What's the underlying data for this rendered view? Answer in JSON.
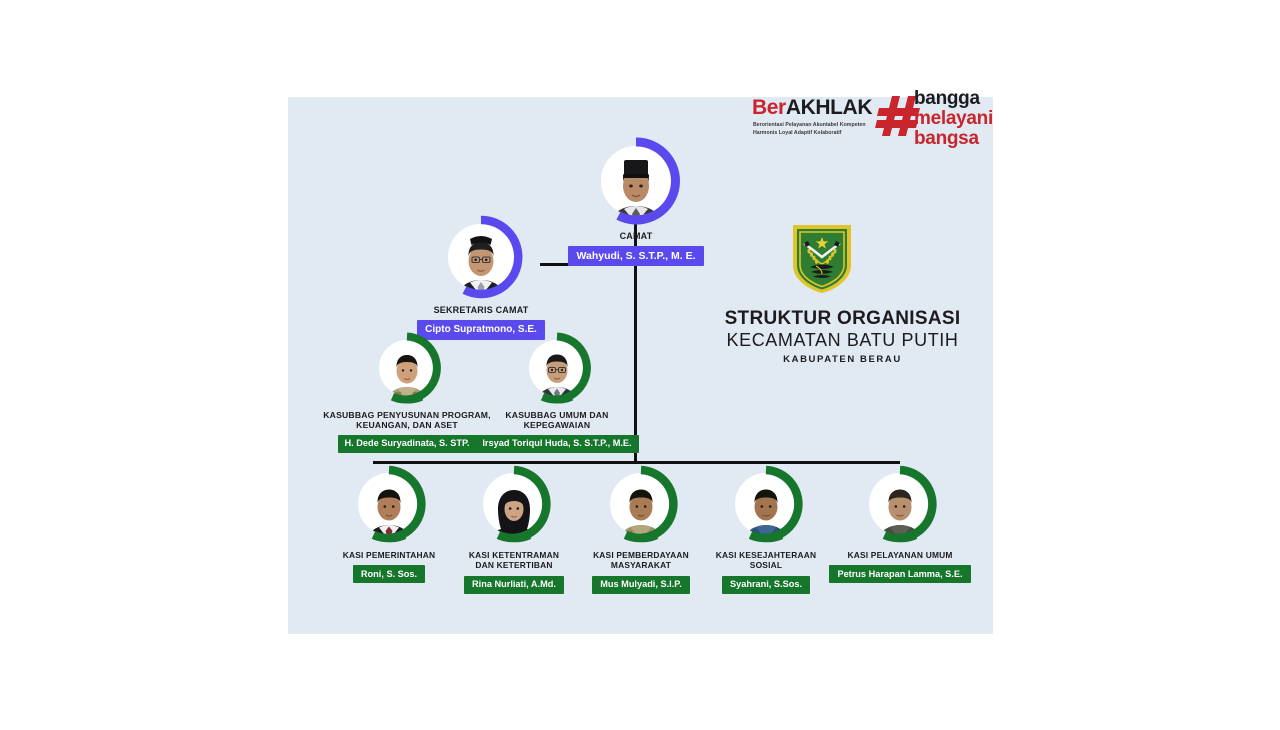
{
  "canvas": {
    "background": "#ffffff",
    "panel_background": "#e1e9f2"
  },
  "colors": {
    "purple": "#5a4aee",
    "green": "#16762c",
    "red": "#c9252d",
    "line": "#111111",
    "text": "#1c1c20"
  },
  "logo": {
    "name_prefix": "Ber",
    "name_suffix": "AKHLAK",
    "tagline": "Berorientasi Pelayanan Akuntabel Kompeten\nHarmonis Loyal Adaptif Kolaboratif",
    "hash_symbol": "#",
    "slogan_line1": "bangga",
    "slogan_line2": "melayani",
    "slogan_line3": "bangsa"
  },
  "emblem": {
    "name": "lambang-kabupaten-berau"
  },
  "title": {
    "line1": "STRUKTUR ORGANISASI",
    "line2": "KECAMATAN BATU PUTIH",
    "line3": "KABUPATEN BERAU"
  },
  "org": {
    "head": {
      "role": "CAMAT",
      "name": "Wahyudi, S. S.T.P., M. E.",
      "ring_color": "#5a4aee",
      "badge_color": "#5a4aee"
    },
    "secretary": {
      "role": "SEKRETARIS CAMAT",
      "name": "Cipto Supratmono, S.E.",
      "ring_color": "#5a4aee",
      "badge_color": "#5a4aee"
    },
    "subsections": [
      {
        "role": "KASUBBAG PENYUSUNAN PROGRAM,\nKEUANGAN, DAN ASET",
        "name": "H. Dede Suryadinata, S. STP.",
        "ring_color": "#16762c",
        "badge_color": "#16762c"
      },
      {
        "role": "KASUBBAG UMUM DAN\nKEPEGAWAIAN",
        "name": "Irsyad Toriqul Huda, S. S.T.P., M.E.",
        "ring_color": "#16762c",
        "badge_color": "#16762c"
      }
    ],
    "sections": [
      {
        "role": "KASI PEMERINTAHAN",
        "name": "Roni, S. Sos.",
        "ring_color": "#16762c",
        "badge_color": "#16762c"
      },
      {
        "role": "KASI KETENTRAMAN\nDAN KETERTIBAN",
        "name": "Rina Nurliati, A.Md.",
        "ring_color": "#16762c",
        "badge_color": "#16762c"
      },
      {
        "role": "KASI PEMBERDAYAAN\nMASYARAKAT",
        "name": "Mus Mulyadi, S.I.P.",
        "ring_color": "#16762c",
        "badge_color": "#16762c"
      },
      {
        "role": "KASI KESEJAHTERAAN\nSOSIAL",
        "name": "Syahrani, S.Sos.",
        "ring_color": "#16762c",
        "badge_color": "#16762c"
      },
      {
        "role": "KASI PELAYANAN UMUM",
        "name": "Petrus Harapan Lamma, S.E.",
        "ring_color": "#16762c",
        "badge_color": "#16762c"
      }
    ]
  }
}
